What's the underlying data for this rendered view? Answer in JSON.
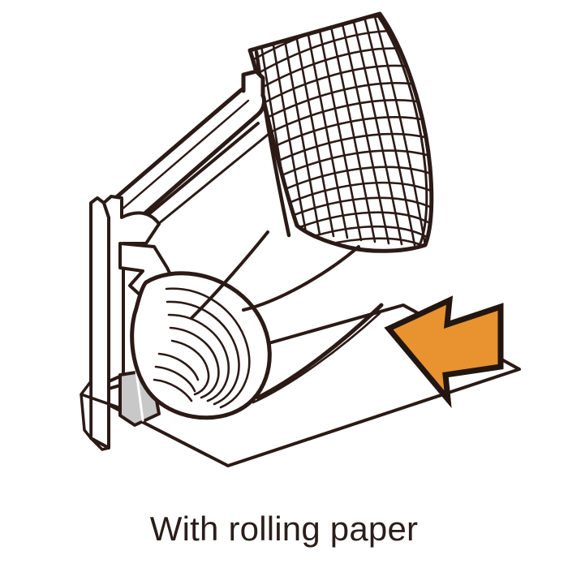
{
  "figure": {
    "caption": "With rolling paper",
    "caption_color": "#2b1e1a",
    "background_color": "#ffffff",
    "line_color": "#2b1a16",
    "title": "With rolling paper"
  },
  "colors": {
    "outline": "#2b1a16",
    "orange_fill": "#e8932f",
    "orange_outline": "#231610",
    "grey_fill": "#c8c8c8",
    "white_fill": "#ffffff",
    "caption": "#2b1e1a"
  },
  "parts": {
    "grid_sheet": {
      "name": "grid-chart-paper",
      "label": "Grid chart paper sheet",
      "columns": 13,
      "rows": 16
    },
    "paper_roll": {
      "name": "paper-roll",
      "label": "Rolled paper spiral",
      "spiral_arcs": 6
    },
    "spindle_rod": {
      "name": "spindle-rod",
      "label": "Spindle rod"
    },
    "left_bracket": {
      "name": "left-bracket",
      "label": "Left holder bracket plate"
    },
    "grey_wedge": {
      "name": "grey-wedge",
      "label": "Shaded wedge at base"
    },
    "flat_sheet": {
      "name": "flat-sheet",
      "label": "Flat sheet below roll"
    },
    "arrow": {
      "name": "direction-arrow",
      "label": "Insertion direction arrow",
      "direction": "left",
      "color": "#e8932f"
    }
  }
}
